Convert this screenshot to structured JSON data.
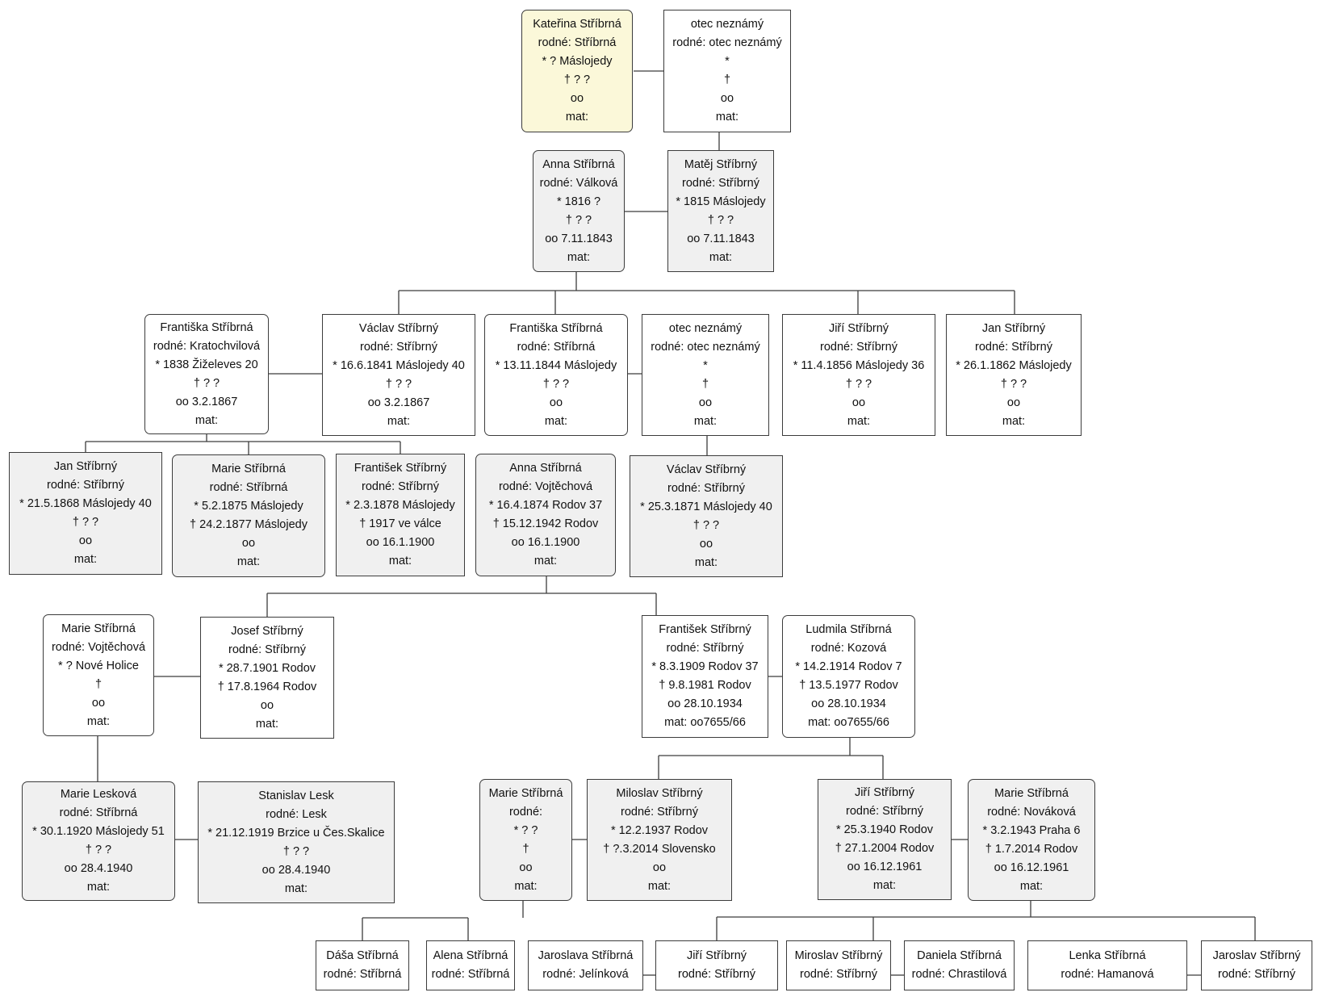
{
  "persons": [
    {
      "id": "p1",
      "lines": [
        "Kateřina Stříbrná",
        "rodné: Stříbrná",
        "* ? Máslojedy",
        "† ? ?",
        "oo",
        "mat:"
      ]
    },
    {
      "id": "p2",
      "lines": [
        "otec neznámý",
        "rodné: otec neznámý",
        "*",
        "†",
        "oo",
        "mat:"
      ]
    },
    {
      "id": "p3",
      "lines": [
        "Anna Stříbrná",
        "rodné: Válková",
        "* 1816 ?",
        "† ? ?",
        "oo 7.11.1843",
        "mat:"
      ]
    },
    {
      "id": "p4",
      "lines": [
        "Matěj Stříbrný",
        "rodné: Stříbrný",
        "* 1815 Máslojedy",
        "† ? ?",
        "oo 7.11.1843",
        "mat:"
      ]
    },
    {
      "id": "p5",
      "lines": [
        "Františka Stříbrná",
        "rodné: Kratochvilová",
        "* 1838 Žiželeves 20",
        "† ? ?",
        "oo 3.2.1867",
        "mat:"
      ]
    },
    {
      "id": "p6",
      "lines": [
        "Václav Stříbrný",
        "rodné: Stříbrný",
        "* 16.6.1841 Máslojedy 40",
        "† ? ?",
        "oo 3.2.1867",
        "mat:"
      ]
    },
    {
      "id": "p7",
      "lines": [
        "Františka Stříbrná",
        "rodné: Stříbrná",
        "* 13.11.1844 Máslojedy",
        "† ? ?",
        "oo",
        "mat:"
      ]
    },
    {
      "id": "p8",
      "lines": [
        "otec neznámý",
        "rodné: otec neznámý",
        "*",
        "†",
        "oo",
        "mat:"
      ]
    },
    {
      "id": "p9",
      "lines": [
        "Jiří Stříbrný",
        "rodné: Stříbrný",
        "* 11.4.1856 Máslojedy 36",
        "† ? ?",
        "oo",
        "mat:"
      ]
    },
    {
      "id": "p10",
      "lines": [
        "Jan Stříbrný",
        "rodné: Stříbrný",
        "* 26.1.1862 Máslojedy",
        "† ? ?",
        "oo",
        "mat:"
      ]
    },
    {
      "id": "p11",
      "lines": [
        "Jan Stříbrný",
        "rodné: Stříbrný",
        "* 21.5.1868 Máslojedy 40",
        "† ? ?",
        "oo",
        "mat:"
      ]
    },
    {
      "id": "p12",
      "lines": [
        "Marie Stříbrná",
        "rodné: Stříbrná",
        "* 5.2.1875 Máslojedy",
        "† 24.2.1877 Máslojedy",
        "oo",
        "mat:"
      ]
    },
    {
      "id": "p13",
      "lines": [
        "František Stříbrný",
        "rodné: Stříbrný",
        "* 2.3.1878 Máslojedy",
        "† 1917 ve válce",
        "oo 16.1.1900",
        "mat:"
      ]
    },
    {
      "id": "p14",
      "lines": [
        "Anna Stříbrná",
        "rodné: Vojtěchová",
        "* 16.4.1874 Rodov 37",
        "† 15.12.1942 Rodov",
        "oo 16.1.1900",
        "mat:"
      ]
    },
    {
      "id": "p15",
      "lines": [
        "Václav Stříbrný",
        "rodné: Stříbrný",
        "* 25.3.1871 Máslojedy 40",
        "† ? ?",
        "oo",
        "mat:"
      ]
    },
    {
      "id": "p16",
      "lines": [
        "Marie Stříbrná",
        "rodné: Vojtěchová",
        "* ? Nové Holice",
        "†",
        "oo",
        "mat:"
      ]
    },
    {
      "id": "p17",
      "lines": [
        "Josef Stříbrný",
        "rodné: Stříbrný",
        "* 28.7.1901 Rodov",
        "† 17.8.1964 Rodov",
        "oo",
        "mat:"
      ]
    },
    {
      "id": "p18",
      "lines": [
        "František Stříbrný",
        "rodné: Stříbrný",
        "* 8.3.1909 Rodov 37",
        "† 9.8.1981 Rodov",
        "oo 28.10.1934",
        "mat: oo7655/66"
      ]
    },
    {
      "id": "p19",
      "lines": [
        "Ludmila Stříbrná",
        "rodné: Kozová",
        "* 14.2.1914 Rodov 7",
        "† 13.5.1977 Rodov",
        "oo 28.10.1934",
        "mat: oo7655/66"
      ]
    },
    {
      "id": "p20",
      "lines": [
        "Marie Lesková",
        "rodné: Stříbrná",
        "* 30.1.1920 Máslojedy 51",
        "† ? ?",
        "oo 28.4.1940",
        "mat:"
      ]
    },
    {
      "id": "p21",
      "lines": [
        "Stanislav Lesk",
        "rodné: Lesk",
        "* 21.12.1919 Brzice u Čes.Skalice",
        "† ? ?",
        "oo 28.4.1940",
        "mat:"
      ]
    },
    {
      "id": "p22",
      "lines": [
        "Marie Stříbrná",
        "rodné:",
        "* ? ?",
        "†",
        "oo",
        "mat:"
      ]
    },
    {
      "id": "p23",
      "lines": [
        "Miloslav Stříbrný",
        "rodné: Stříbrný",
        "* 12.2.1937 Rodov",
        "† ?.3.2014 Slovensko",
        "oo",
        "mat:"
      ]
    },
    {
      "id": "p24",
      "lines": [
        "Jiří Stříbrný",
        "rodné: Stříbrný",
        "* 25.3.1940 Rodov",
        "† 27.1.2004 Rodov",
        "oo 16.12.1961",
        "mat:"
      ]
    },
    {
      "id": "p25",
      "lines": [
        "Marie Stříbrná",
        "rodné: Nováková",
        "* 3.2.1943 Praha 6",
        "† 1.7.2014 Rodov",
        "oo 16.12.1961",
        "mat:"
      ]
    },
    {
      "id": "p26",
      "lines": [
        "Dáša Stříbrná",
        "rodné: Stříbrná"
      ]
    },
    {
      "id": "p27",
      "lines": [
        "Alena Stříbrná",
        "rodné: Stříbrná"
      ]
    },
    {
      "id": "p28",
      "lines": [
        "Jaroslava Stříbrná",
        "rodné: Jelínková"
      ]
    },
    {
      "id": "p29",
      "lines": [
        "Jiří Stříbrný",
        "rodné: Stříbrný"
      ]
    },
    {
      "id": "p30",
      "lines": [
        "Miroslav Stříbrný",
        "rodné: Stříbrný"
      ]
    },
    {
      "id": "p31",
      "lines": [
        "Daniela Stříbrná",
        "rodné: Chrastilová"
      ]
    },
    {
      "id": "p32",
      "lines": [
        "Lenka Stříbrná",
        "rodné: Hamanová"
      ]
    },
    {
      "id": "p33",
      "lines": [
        "Jaroslav Stříbrný",
        "rodné: Stříbrný"
      ]
    }
  ]
}
